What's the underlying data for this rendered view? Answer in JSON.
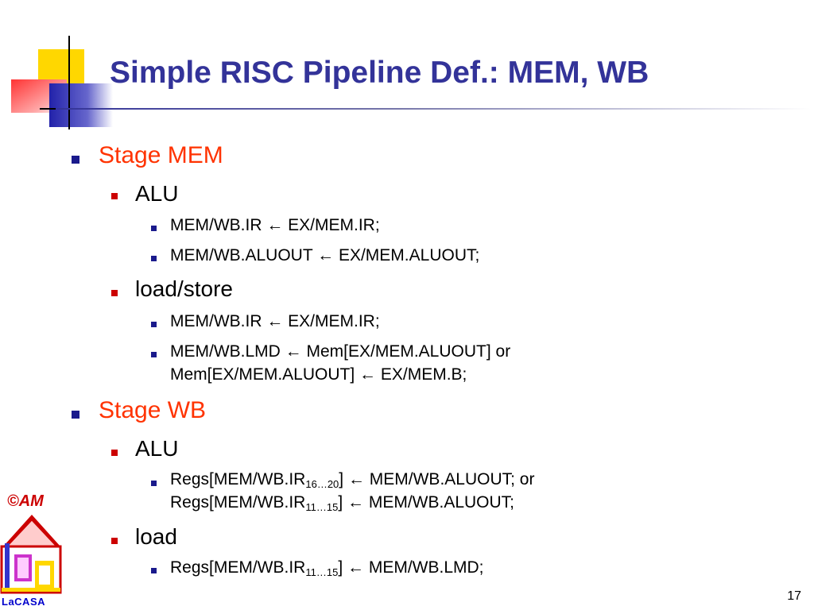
{
  "title": "Simple RISC Pipeline Def.: MEM, WB",
  "page_number": "17",
  "copyright": "©AM",
  "logo_text": "LaCASA",
  "stage_mem": {
    "heading": "Stage MEM",
    "alu": {
      "label": "ALU",
      "line1": "MEM/WB.IR ← EX/MEM.IR;",
      "line2": "MEM/WB.ALUOUT ← EX/MEM.ALUOUT;"
    },
    "loadstore": {
      "label": "load/store",
      "line1": "MEM/WB.IR ← EX/MEM.IR;",
      "line2a": "MEM/WB.LMD ← Mem[EX/MEM.ALUOUT]  or",
      "line2b": "Mem[EX/MEM.ALUOUT] ← EX/MEM.B;"
    }
  },
  "stage_wb": {
    "heading": "Stage WB",
    "alu": {
      "label": "ALU",
      "l1_pre": "Regs[MEM/WB.IR",
      "l1_sub": "16…20",
      "l1_post": "] ← MEM/WB.ALUOUT;   or",
      "l2_pre": "Regs[MEM/WB.IR",
      "l2_sub": "11…15",
      "l2_post": "] ← MEM/WB.ALUOUT;"
    },
    "load": {
      "label": "load",
      "l1_pre": "Regs[MEM/WB.IR",
      "l1_sub": "11…15",
      "l1_post": "] ← MEM/WB.LMD;"
    }
  },
  "colors": {
    "title": "#333399",
    "stage_heading": "#ff3300",
    "deco_yellow": "#ffd700",
    "deco_blue": "#3333cc",
    "deco_red": "#ff3333"
  }
}
